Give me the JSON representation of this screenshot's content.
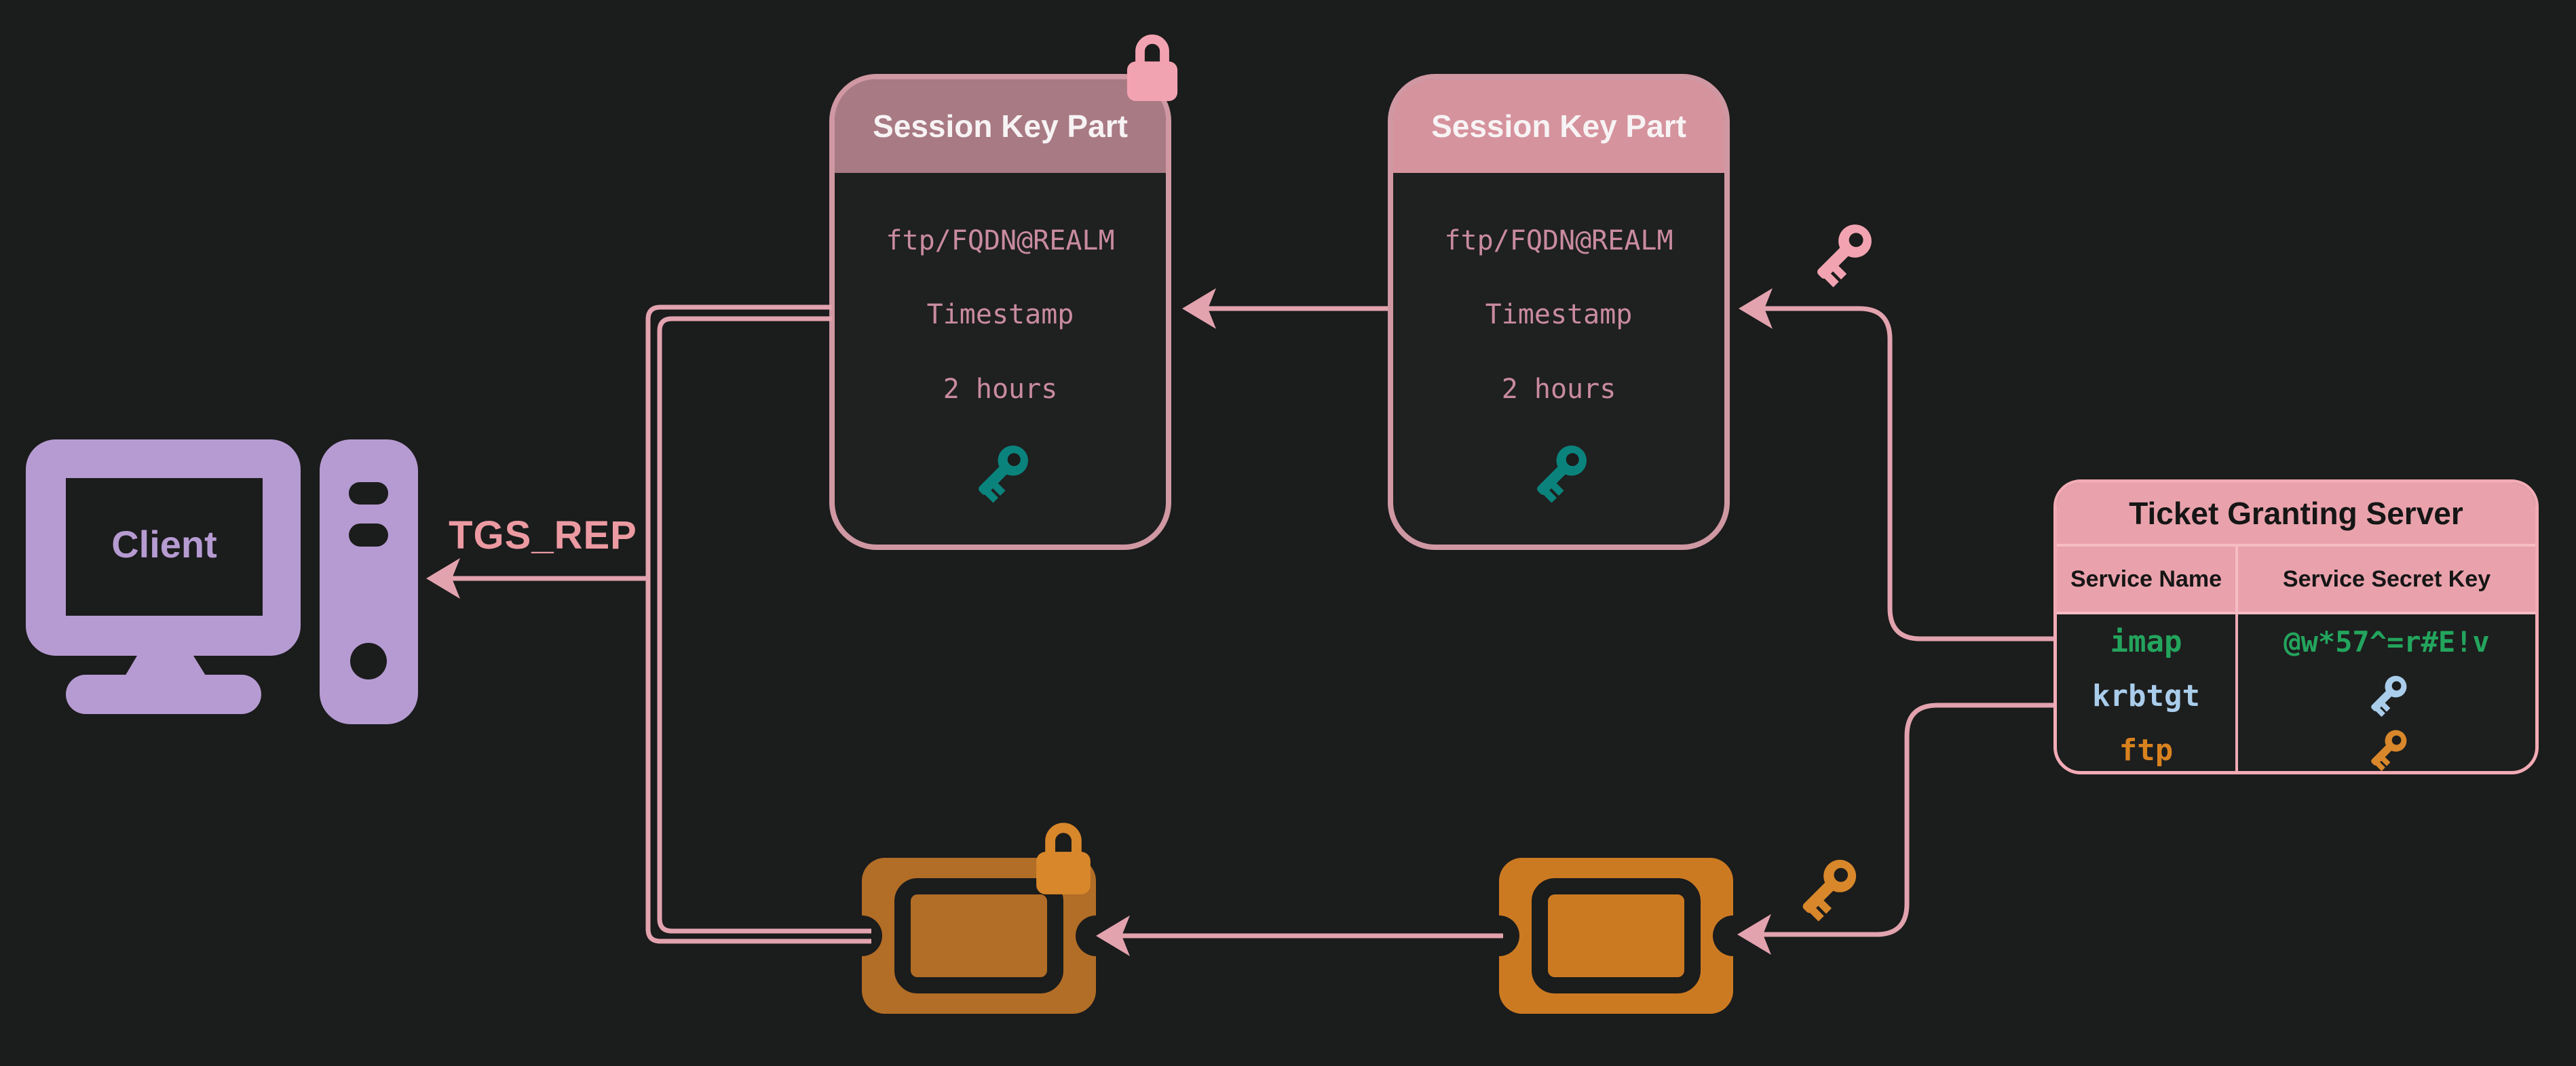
{
  "diagram": {
    "background": "#1b1c1c",
    "line_color": "#e2a3ae"
  },
  "client": {
    "label": "Client",
    "icon": "desktop-computer-icon",
    "color": "#b69bd2"
  },
  "tgs_rep": {
    "label": "TGS_REP",
    "color": "#ec9aa2"
  },
  "session_key_left": {
    "title": "Session Key Part",
    "header_color": "#a87a83",
    "border_color": "#cf98a2",
    "rows": [
      "ftp/FQDN@REALM",
      "Timestamp",
      "2 hours"
    ],
    "text_color": "#c98ba0",
    "key_icon": "key-icon",
    "key_icon_color": "#0b837d",
    "locked": true,
    "lock_icon": "lock-icon",
    "lock_icon_color": "#f2a3b1"
  },
  "session_key_right": {
    "title": "Session Key Part",
    "header_color": "#d5939d",
    "border_color": "#cf98a2",
    "rows": [
      "ftp/FQDN@REALM",
      "Timestamp",
      "2 hours"
    ],
    "text_color": "#c98ba0",
    "key_icon": "key-icon",
    "key_icon_color": "#0b837d",
    "side_key_icon": "key-icon",
    "side_key_color": "#f2a3b1"
  },
  "tgs_table": {
    "title": "Ticket Granting Server",
    "columns": [
      "Service Name",
      "Service Secret Key"
    ],
    "band_color": "#e9a2ac",
    "border_color": "#f2abb5",
    "services": [
      {
        "name": "imap",
        "name_color": "#23a55d",
        "secret": "@w*57^=r#E!v",
        "secret_color": "#23a55d"
      },
      {
        "name": "krbtgt",
        "name_color": "#a9cdeb",
        "secret_icon": "key-icon",
        "secret_icon_color": "#a9cdeb"
      },
      {
        "name": "ftp",
        "name_color": "#d8821f",
        "secret_icon": "key-icon",
        "secret_icon_color": "#d8872b"
      }
    ]
  },
  "ticket_left": {
    "icon": "ticket-icon",
    "color": "#b26d26",
    "locked": true,
    "lock_icon": "lock-icon",
    "lock_icon_color": "#d8872b"
  },
  "ticket_right": {
    "icon": "ticket-icon",
    "color": "#cc7a22",
    "side_key_icon": "key-icon",
    "side_key_color": "#d8872b"
  },
  "connections": [
    {
      "from": "session-key-right",
      "to": "session-key-left",
      "type": "arrow"
    },
    {
      "from": "ticket-granting-server-imap-row",
      "to": "session-key-right",
      "type": "arrow"
    },
    {
      "from": "ticket-granting-server-krbtgt-row",
      "to": "ticket-right",
      "type": "arrow"
    },
    {
      "from": "ticket-right",
      "to": "ticket-left",
      "type": "arrow"
    },
    {
      "from": "session-key-left",
      "to": "ticket-left",
      "type": "double-line"
    },
    {
      "from": "assembled-message",
      "to": "client",
      "type": "arrow",
      "label": "TGS_REP"
    }
  ]
}
